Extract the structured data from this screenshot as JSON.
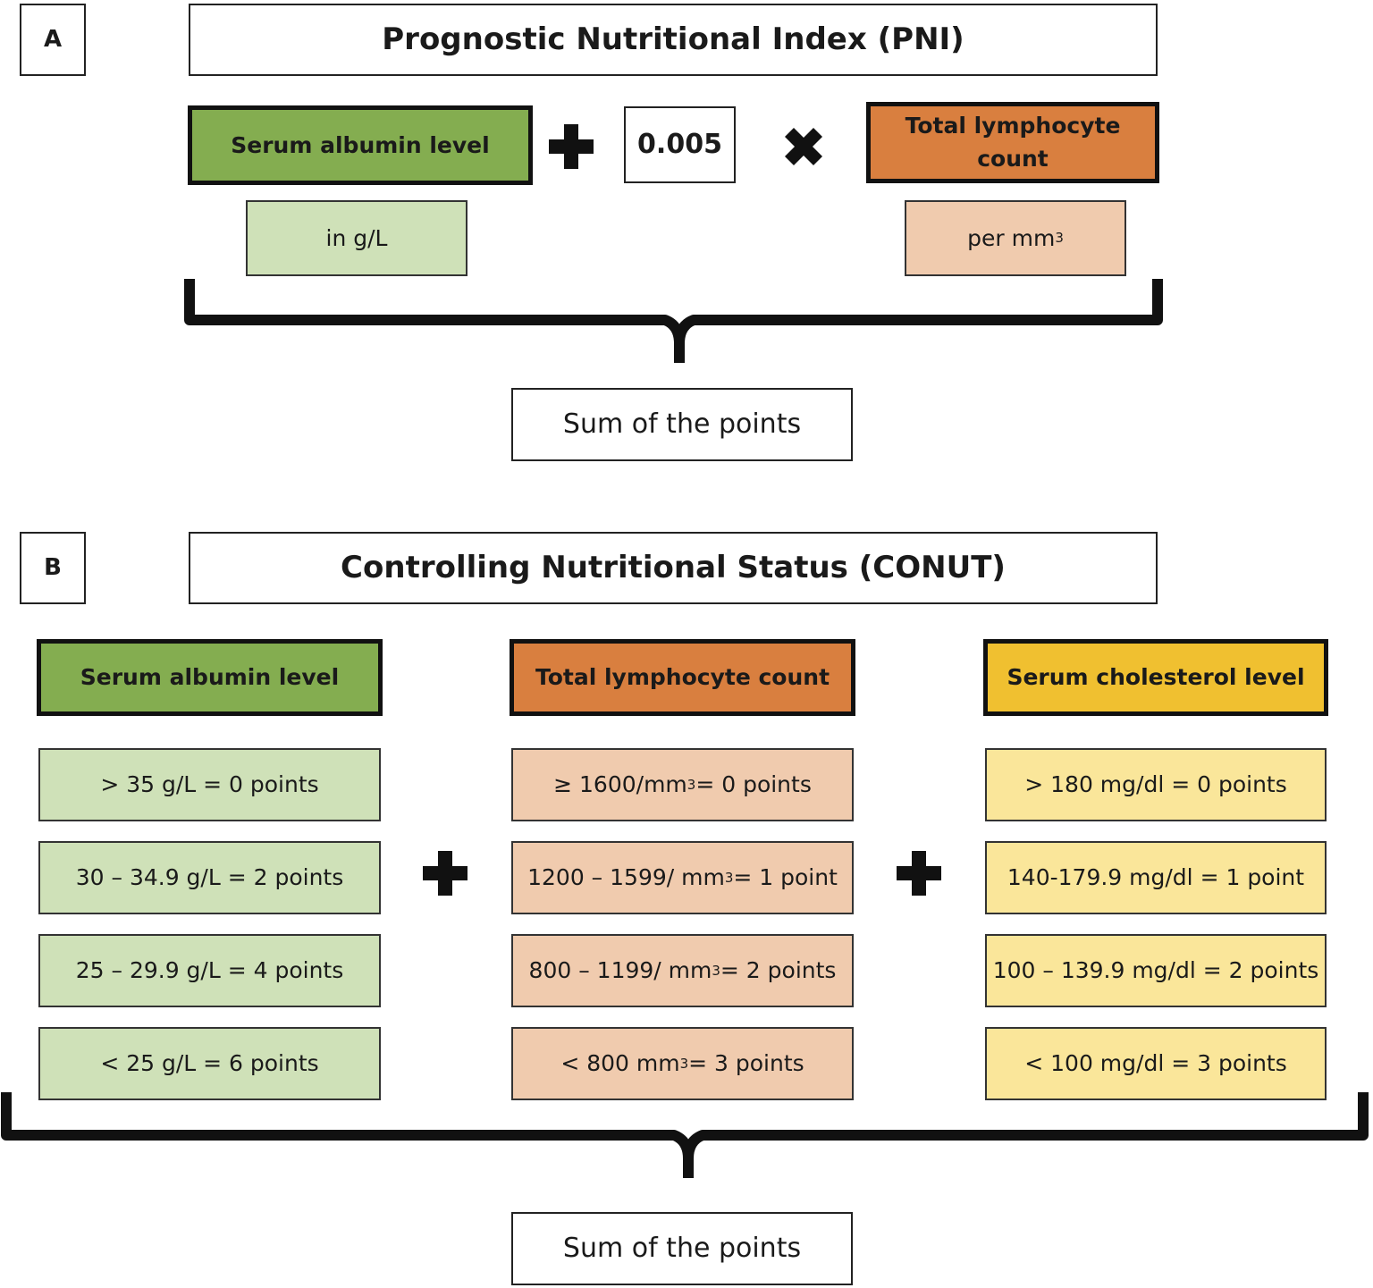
{
  "panel_a": {
    "label": "A",
    "title": "Prognostic Nutritional Index (PNI)",
    "albumin": {
      "label": "Serum albumin level",
      "unit": "in g/L"
    },
    "coefficient": "0.005",
    "lymphocyte": {
      "label_line1": "Total lymphocyte",
      "label_line2": "count",
      "unit_base": "per mm",
      "unit_sup": "3"
    },
    "sum_label": "Sum of the points"
  },
  "panel_b": {
    "label": "B",
    "title": "Controlling Nutritional Status (CONUT)",
    "albumin": {
      "label": "Serum albumin level",
      "rows": [
        "> 35 g/L = 0 points",
        "30 – 34.9 g/L = 2 points",
        "25 – 29.9 g/L = 4 points",
        "< 25 g/L = 6 points"
      ]
    },
    "lymphocyte": {
      "label": "Total lymphocyte count",
      "rows": [
        {
          "pre": "≥ 1600/mm",
          "sup": "3",
          "post": " = 0 points"
        },
        {
          "pre": "1200 – 1599/ mm",
          "sup": "3",
          "post": " = 1 point"
        },
        {
          "pre": "800 – 1199/ mm",
          "sup": "3",
          "post": " = 2 points"
        },
        {
          "pre": "< 800 mm",
          "sup": "3",
          "post": " = 3 points"
        }
      ]
    },
    "cholesterol": {
      "label": "Serum cholesterol level",
      "rows": [
        "> 180 mg/dl = 0 points",
        "140-179.9 mg/dl = 1 point",
        "100 – 139.9 mg/dl = 2 points",
        "< 100 mg/dl = 3 points"
      ]
    },
    "sum_label": "Sum of the points"
  },
  "colors": {
    "albumin_dark": "#84ad50",
    "albumin_light": "#cfe1b8",
    "lymphocyte_dark": "#d97f3f",
    "lymphocyte_light": "#f0cbae",
    "cholesterol_dark": "#f0c030",
    "cholesterol_light": "#fae69a"
  },
  "icons": {
    "plus": "plus-icon",
    "multiply": "multiply-icon"
  }
}
